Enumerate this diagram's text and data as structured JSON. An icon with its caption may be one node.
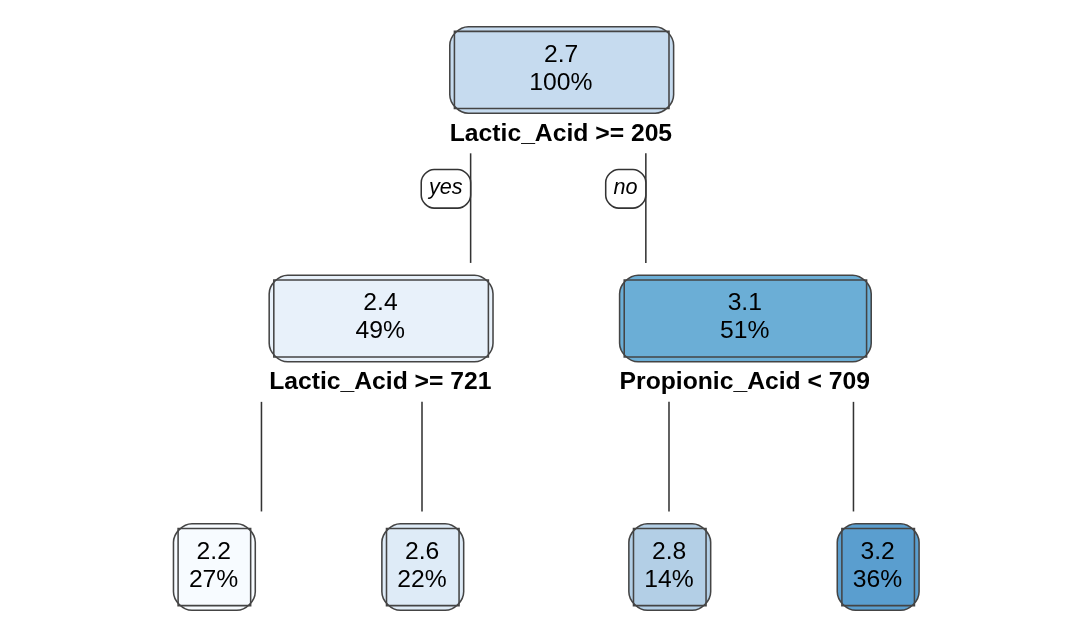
{
  "diagram": {
    "nodes": [
      {
        "text": [
          "2.7",
          "100%"
        ],
        "beside": [
          "Lactic_Acid >= 205"
        ]
      },
      {
        "text": [
          "2.4",
          "49%"
        ],
        "beside": [
          "Lactic_Acid >= 721"
        ]
      },
      {
        "text": [
          "3.1",
          "51%"
        ],
        "beside": [
          "Propionic_Acid < 709"
        ]
      },
      {
        "text": [
          "2.2",
          "27%"
        ]
      },
      {
        "text": [
          "2.6",
          "22%"
        ]
      },
      {
        "text": [
          "2.8",
          "14%"
        ]
      },
      {
        "text": [
          "3.2",
          "36%"
        ]
      }
    ],
    "edges": [
      {
        "from": 0,
        "to": 1,
        "arrow": "none",
        "label": "yes"
      },
      {
        "from": 0,
        "to": 2,
        "arrow": "none",
        "label": "no"
      },
      {
        "from": 1,
        "to": 3,
        "arrow": "none"
      },
      {
        "from": 1,
        "to": 4,
        "arrow": "none"
      },
      {
        "from": 2,
        "to": 5,
        "arrow": "none"
      },
      {
        "from": 2,
        "to": 6,
        "arrow": "none"
      }
    ]
  }
}
